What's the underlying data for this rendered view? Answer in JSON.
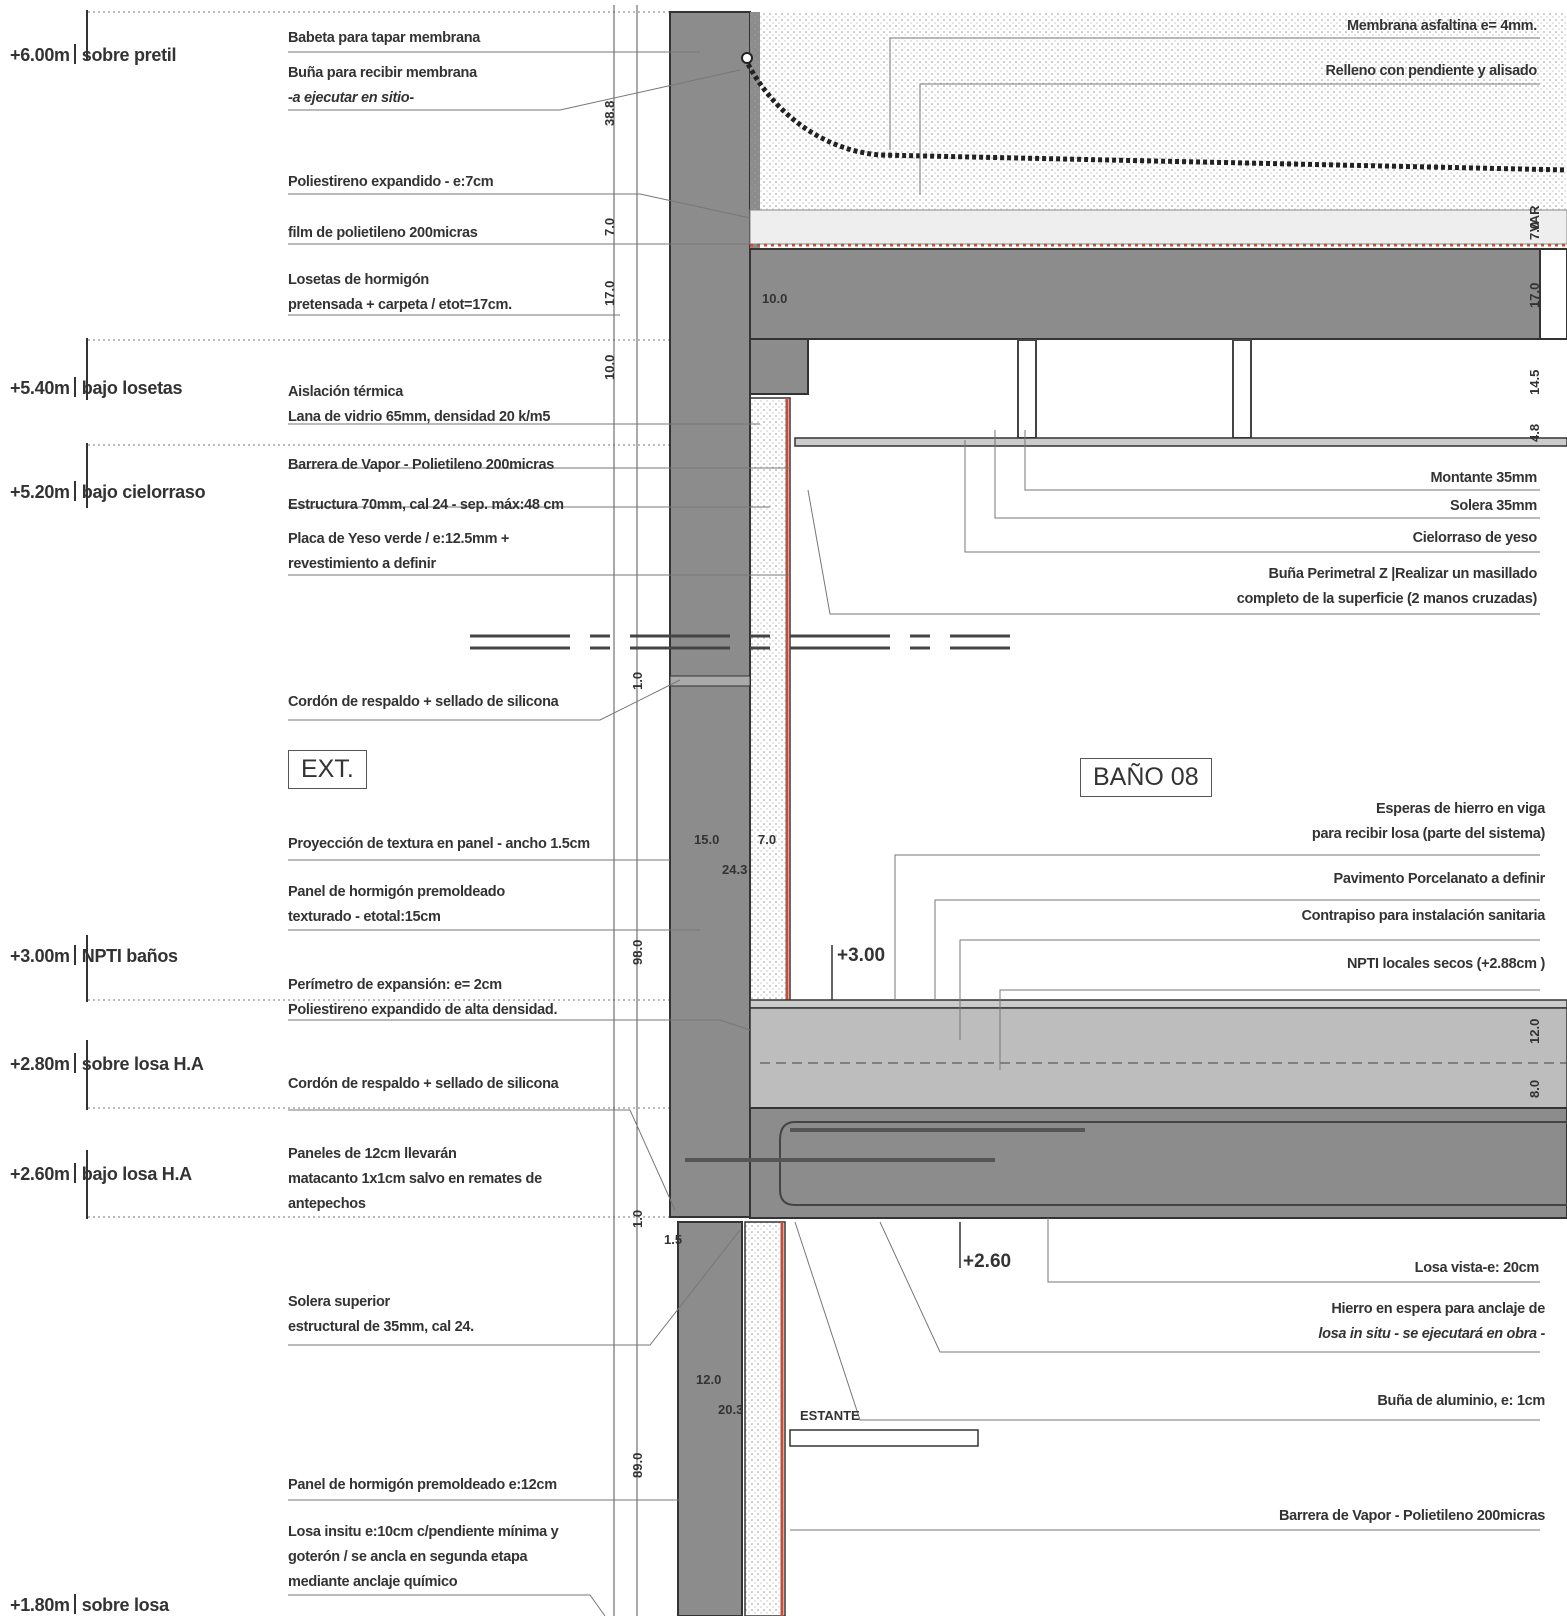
{
  "levels": [
    {
      "value": "+6.00m",
      "label": "sobre pretil"
    },
    {
      "value": "+5.40m",
      "label": "bajo losetas"
    },
    {
      "value": "+5.20m",
      "label": "bajo cielorraso"
    },
    {
      "value": "+3.00m",
      "label": "NPTI baños"
    },
    {
      "value": "+2.80m",
      "label": "sobre losa H.A"
    },
    {
      "value": "+2.60m",
      "label": "bajo losa H.A"
    },
    {
      "value": "+1.80m",
      "label": "sobre losa"
    }
  ],
  "left_notes": [
    {
      "lines": [
        "Babeta para tapar membrana"
      ]
    },
    {
      "lines": [
        "Buña para recibir membrana",
        "-a ejecutar en sitio-"
      ]
    },
    {
      "lines": [
        "Poliestireno expandido - e:7cm"
      ]
    },
    {
      "lines": [
        "film de polietileno 200micras"
      ]
    },
    {
      "lines": [
        "Losetas de hormigón",
        "pretensada + carpeta / etot=17cm."
      ]
    },
    {
      "lines": [
        "Aislación térmica",
        "Lana de vidrio 65mm, densidad 20 k/m5"
      ]
    },
    {
      "lines": [
        "Barrera de Vapor - Polietileno 200micras"
      ]
    },
    {
      "lines": [
        "Estructura 70mm, cal 24 - sep. máx:48 cm"
      ]
    },
    {
      "lines": [
        "Placa de Yeso verde / e:12.5mm +",
        "revestimiento a definir"
      ]
    },
    {
      "lines": [
        "Cordón de respaldo + sellado de silicona"
      ]
    },
    {
      "lines": [
        "Proyección de textura en panel - ancho 1.5cm"
      ]
    },
    {
      "lines": [
        "Panel de hormigón premoldeado",
        "texturado - etotal:15cm"
      ]
    },
    {
      "lines": [
        "Perímetro de expansión: e= 2cm",
        "Poliestireno expandido de alta densidad."
      ]
    },
    {
      "lines": [
        "Cordón de respaldo + sellado de silicona"
      ]
    },
    {
      "lines": [
        "Paneles de 12cm llevarán",
        "matacanto 1x1cm salvo en remates de",
        "antepechos"
      ]
    },
    {
      "lines": [
        "Solera superior",
        "estructural de 35mm, cal 24."
      ]
    },
    {
      "lines": [
        "Panel de hormigón premoldeado e:12cm"
      ]
    },
    {
      "lines": [
        "Losa insitu e:10cm c/pendiente mínima y",
        "goterón / se ancla en segunda etapa",
        "mediante anclaje químico"
      ]
    }
  ],
  "right_notes": [
    {
      "lines": [
        "Membrana asfaltina e= 4mm."
      ]
    },
    {
      "lines": [
        "Relleno con pendiente y alisado"
      ]
    },
    {
      "lines": [
        "Montante 35mm"
      ]
    },
    {
      "lines": [
        "Solera 35mm"
      ]
    },
    {
      "lines": [
        "Cielorraso de yeso"
      ]
    },
    {
      "lines": [
        "Buña Perimetral Z |Realizar un masillado",
        "completo de la superficie (2 manos cruzadas)"
      ]
    },
    {
      "lines": [
        "Esperas de hierro en viga",
        "para recibir losa (parte del sistema)"
      ]
    },
    {
      "lines": [
        "Pavimento Porcelanato a definir"
      ]
    },
    {
      "lines": [
        "Contrapiso para instalación sanitaria"
      ]
    },
    {
      "lines": [
        "NPTI locales secos (+2.88cm )"
      ]
    },
    {
      "lines": [
        "Losa vista-e: 20cm"
      ]
    },
    {
      "lines": [
        "Hierro en espera para anclaje de",
        "losa in situ - se ejecutará en obra -"
      ]
    },
    {
      "lines": [
        "Buña de aluminio, e: 1cm"
      ]
    },
    {
      "lines": [
        "Barrera de Vapor - Polietileno 200micras"
      ]
    }
  ],
  "rooms": {
    "exterior": "EXT.",
    "bathroom": "BAÑO 08"
  },
  "elevation_marks": {
    "upper": "+3.00",
    "lower": "+2.60"
  },
  "shelf_label": "ESTANTE",
  "dimensions": {
    "parapet": "38.8",
    "insulation": "7.0",
    "slab": "17.0",
    "beam_drop": "10.0",
    "joint_upper": "1.0",
    "wall_height": "98.0",
    "joint_lower": "1.0",
    "lower_wall": "89.0",
    "panel_width": "15.0",
    "stud_width": "7.0",
    "total_width": "24.3",
    "lower_panel": "12.0",
    "lower_total": "20.3",
    "ledge": "1.5",
    "slab_thickness": "10.0",
    "right_var": "VAR",
    "right_ins": "7.0",
    "right_slab": "17.0",
    "ceiling_gap": "14.5",
    "ceiling_depth": "4.8",
    "floor_top": "12.0",
    "floor_bottom": "8.0"
  },
  "colors": {
    "concrete": "#8c8c8c",
    "concrete_light": "#bdbdbd",
    "hatch": "#c0503c",
    "line": "#333333"
  }
}
